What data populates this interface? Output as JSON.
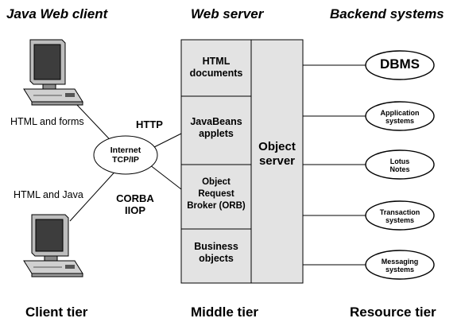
{
  "headers": {
    "client": "Java Web client",
    "web": "Web server",
    "backend": "Backend systems"
  },
  "tiers": {
    "client": "Client tier",
    "middle": "Middle tier",
    "resource": "Resource tier"
  },
  "client": {
    "top_label": "HTML and forms",
    "bottom_label": "HTML and Java",
    "network": [
      "Internet",
      "TCP/IP"
    ]
  },
  "protocols": {
    "http": "HTTP",
    "corba": [
      "CORBA",
      "IIOP"
    ]
  },
  "server_blocks": [
    [
      "HTML",
      "documents"
    ],
    [
      "JavaBeans",
      "applets"
    ],
    [
      "Object",
      "Request",
      "Broker (ORB)"
    ],
    [
      "Business",
      "objects"
    ]
  ],
  "object_server": [
    "Object",
    "server"
  ],
  "backends": [
    [
      "DBMS"
    ],
    [
      "Application",
      "systems"
    ],
    [
      "Lotus",
      "Notes"
    ],
    [
      "Transaction",
      "systems"
    ],
    [
      "Messaging",
      "systems"
    ]
  ],
  "colors": {
    "server_fill": "#e3e3e3",
    "monitor_screen": "#3d3d3d",
    "line": "#000000"
  }
}
